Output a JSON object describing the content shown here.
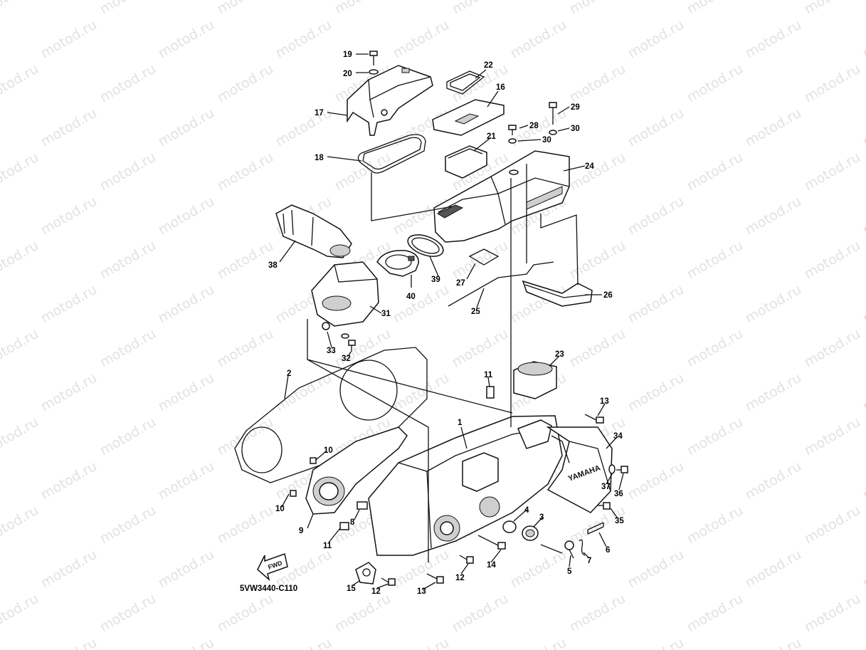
{
  "watermark": "motod.ru",
  "caption": "5VW3440-C110",
  "fwd_label": "FWD",
  "brand_mark": "YAMAHA",
  "callouts": [
    {
      "n": "19"
    },
    {
      "n": "20"
    },
    {
      "n": "22"
    },
    {
      "n": "16"
    },
    {
      "n": "17"
    },
    {
      "n": "18"
    },
    {
      "n": "29"
    },
    {
      "n": "28"
    },
    {
      "n": "30"
    },
    {
      "n": "30"
    },
    {
      "n": "21"
    },
    {
      "n": "24"
    },
    {
      "n": "38"
    },
    {
      "n": "39"
    },
    {
      "n": "40"
    },
    {
      "n": "27"
    },
    {
      "n": "25"
    },
    {
      "n": "26"
    },
    {
      "n": "31"
    },
    {
      "n": "33"
    },
    {
      "n": "32"
    },
    {
      "n": "2"
    },
    {
      "n": "11"
    },
    {
      "n": "23"
    },
    {
      "n": "1"
    },
    {
      "n": "13"
    },
    {
      "n": "34"
    },
    {
      "n": "10"
    },
    {
      "n": "10"
    },
    {
      "n": "37"
    },
    {
      "n": "36"
    },
    {
      "n": "9"
    },
    {
      "n": "8"
    },
    {
      "n": "4"
    },
    {
      "n": "3"
    },
    {
      "n": "35"
    },
    {
      "n": "11"
    },
    {
      "n": "6"
    },
    {
      "n": "7"
    },
    {
      "n": "5"
    },
    {
      "n": "14"
    },
    {
      "n": "12"
    },
    {
      "n": "12"
    },
    {
      "n": "13"
    },
    {
      "n": "15"
    }
  ]
}
